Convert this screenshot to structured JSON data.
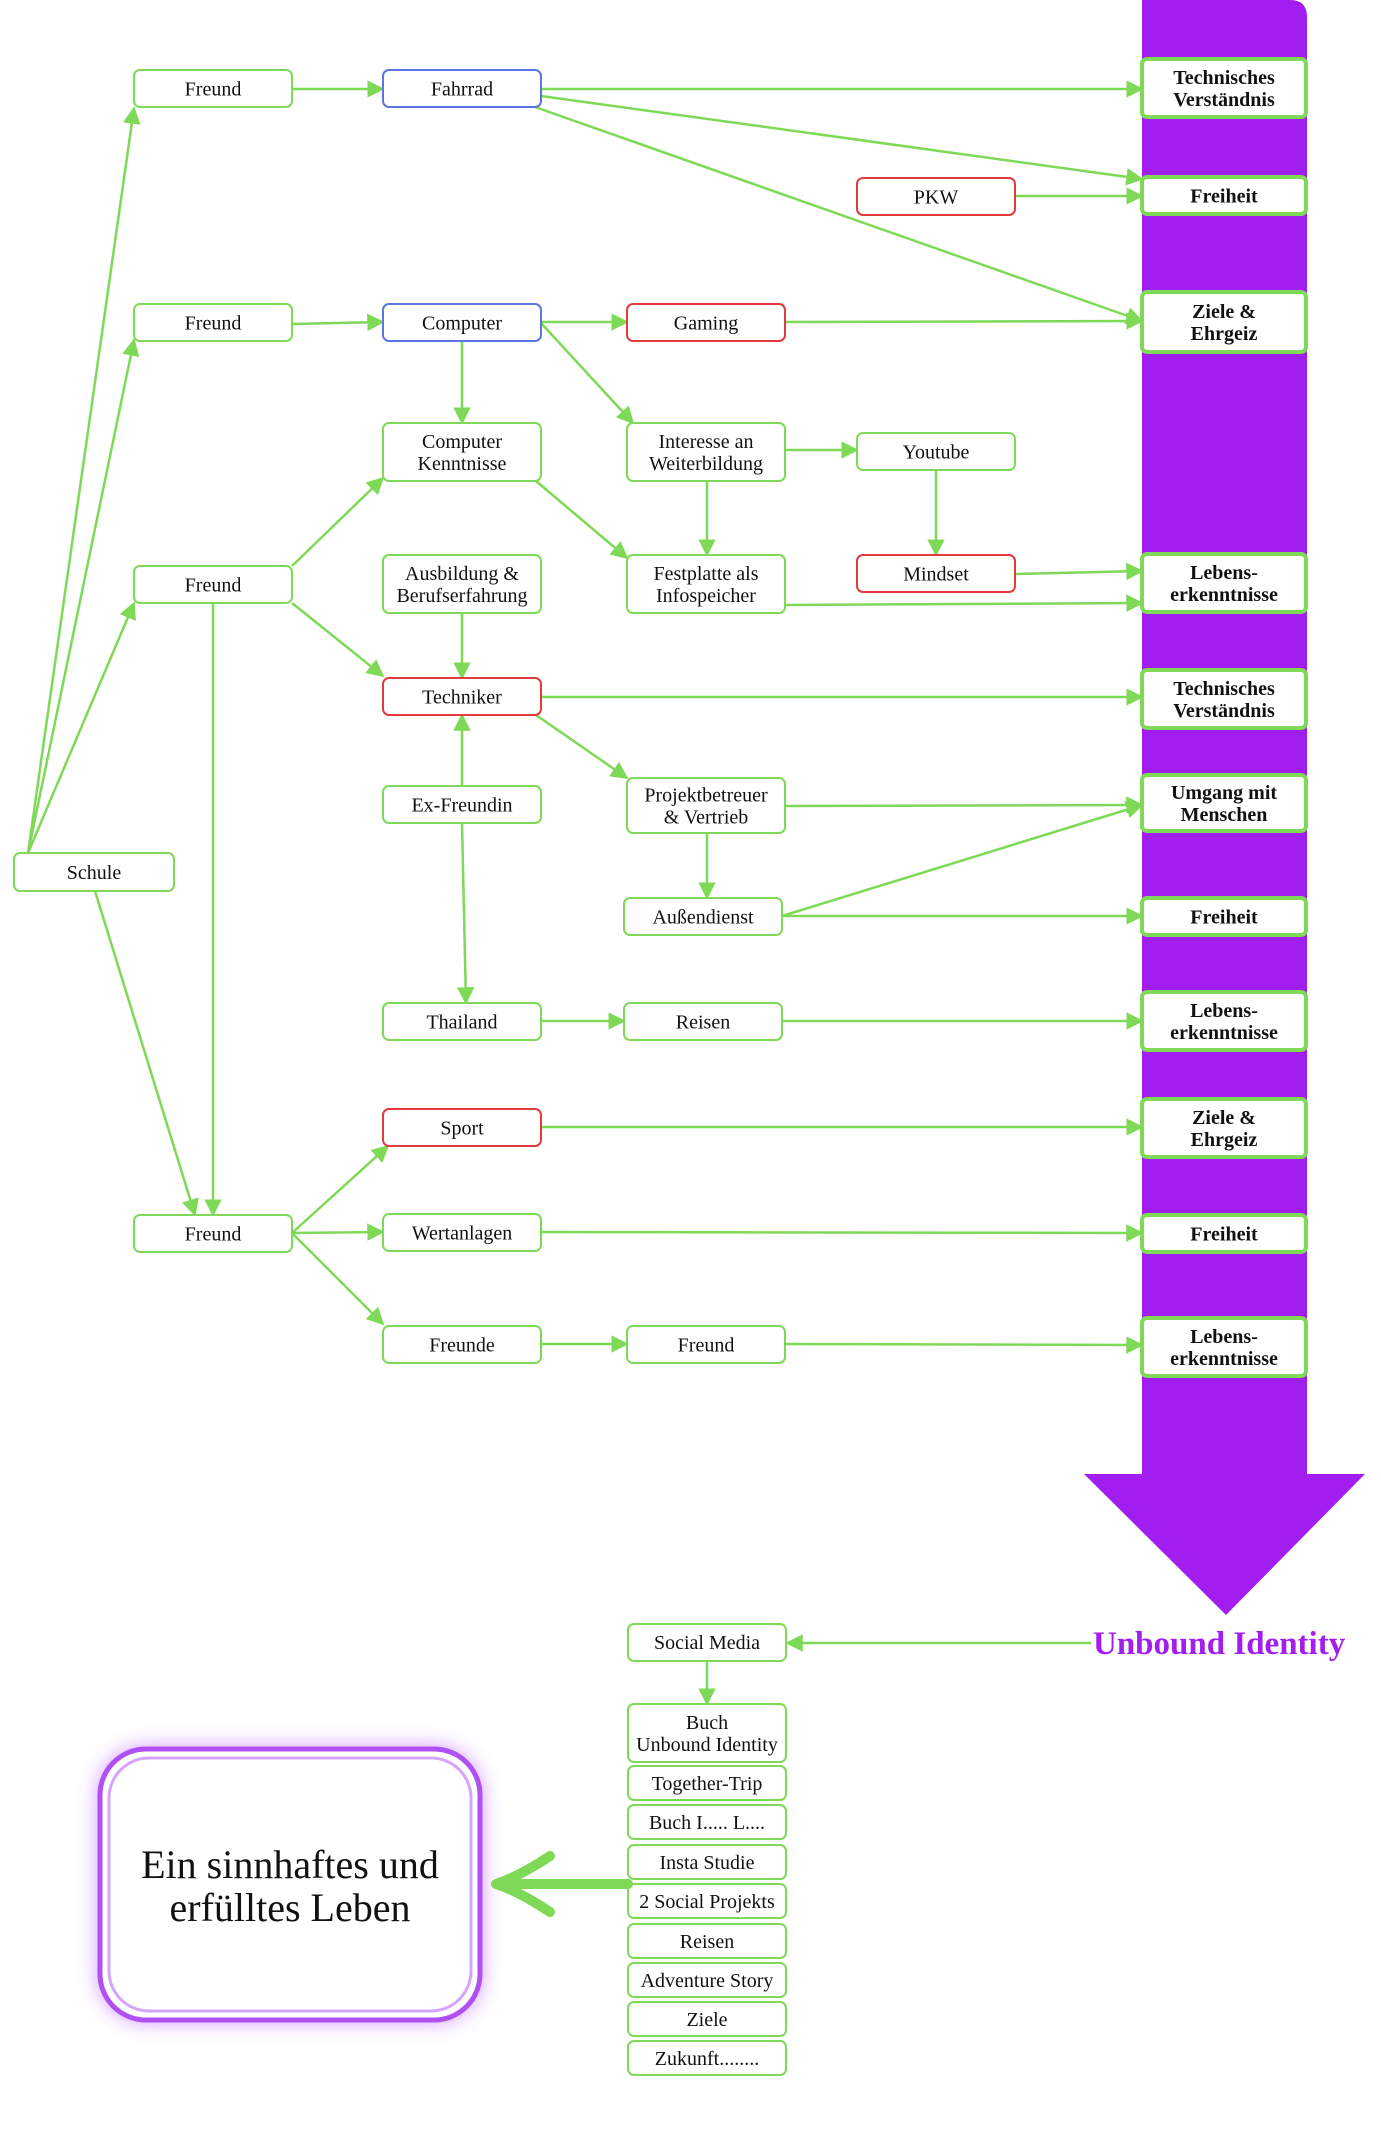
{
  "nodes": {
    "schule": "Schule",
    "freund1": "Freund",
    "freund2": "Freund",
    "freund3": "Freund",
    "freund4": "Freund",
    "fahrrad": "Fahrrad",
    "computer": "Computer",
    "gaming": "Gaming",
    "pkw": "PKW",
    "computer_kenntnisse": [
      "Computer",
      "Kenntnisse"
    ],
    "interesse": [
      "Interesse an",
      "Weiterbildung"
    ],
    "youtube": "Youtube",
    "festplatte": [
      "Festplatte als",
      "Infospeicher"
    ],
    "mindset": "Mindset",
    "ausbildung": [
      "Ausbildung &",
      "Berufserfahrung"
    ],
    "techniker": "Techniker",
    "ex_freundin": "Ex-Freundin",
    "projektbetreuer": [
      "Projektbetreuer",
      "& Vertrieb"
    ],
    "aussendienst": "Außendienst",
    "thailand": "Thailand",
    "reisen": "Reisen",
    "sport": "Sport",
    "wertanlagen": "Wertanlagen",
    "freunde": "Freunde",
    "freund5": "Freund"
  },
  "targets": {
    "t1": [
      "Technisches",
      "Verständnis"
    ],
    "t2": [
      "Freiheit"
    ],
    "t3": [
      "Ziele &",
      "Ehrgeiz"
    ],
    "t4": [
      "Lebens-",
      "erkenntnisse"
    ],
    "t5": [
      "Technisches",
      "Verständnis"
    ],
    "t6": [
      "Umgang mit",
      "Menschen"
    ],
    "t7": [
      "Freiheit"
    ],
    "t8": [
      "Lebens-",
      "erkenntnisse"
    ],
    "t9": [
      "Ziele &",
      "Ehrgeiz"
    ],
    "t10": [
      "Freiheit"
    ],
    "t11": [
      "Lebens-",
      "erkenntnisse"
    ]
  },
  "brand": "Unbound Identity",
  "social_media": "Social Media",
  "list_items": [
    [
      "Buch",
      "Unbound Identity"
    ],
    [
      "Together-Trip"
    ],
    [
      "Buch I..... L...."
    ],
    [
      "Insta Studie"
    ],
    [
      "2 Social Projekts"
    ],
    [
      "Reisen"
    ],
    [
      "Adventure Story"
    ],
    [
      "Ziele"
    ],
    [
      "Zukunft........"
    ]
  ],
  "goal": [
    "Ein sinnhaftes und",
    "erfülltes Leben"
  ],
  "colors": {
    "green": "#7ed957",
    "blue": "#5b76e0",
    "red": "#e33b3b",
    "purple": "#a21ef0"
  }
}
